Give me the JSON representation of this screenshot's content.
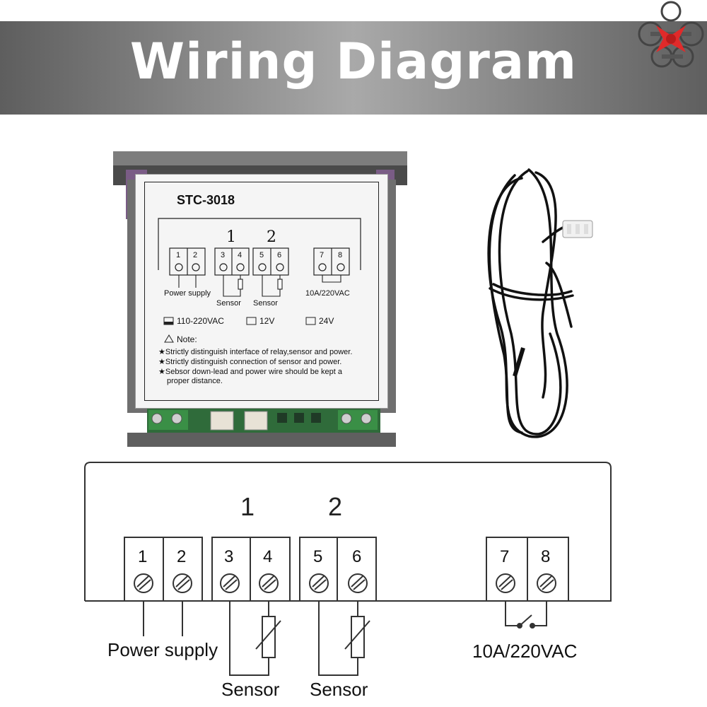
{
  "banner": {
    "title": "Wiring Diagram"
  },
  "product_label": {
    "model": "STC-3018",
    "channels": [
      "1",
      "2"
    ],
    "terminals": [
      "1",
      "2",
      "3",
      "4",
      "5",
      "6",
      "7",
      "8"
    ],
    "power_supply_label": "Power supply",
    "sensor_label_1": "Sensor",
    "sensor_label_2": "Sensor",
    "relay_label": "10A/220VAC",
    "voltage_options": [
      "110-220VAC",
      "12V",
      "24V"
    ],
    "note_title": "Note:",
    "notes": [
      "Strictly distinguish interface of relay,sensor and power.",
      "Strictly distinguish connection of sensor and power.",
      "Sebsor down-lead and power wire should be kept a",
      "proper distance."
    ]
  },
  "schematic": {
    "channels": [
      "1",
      "2"
    ],
    "terminals": [
      "1",
      "2",
      "3",
      "4",
      "5",
      "6",
      "7",
      "8"
    ],
    "power_supply_label": "Power supply",
    "sensor_label_1": "Sensor",
    "sensor_label_2": "Sensor",
    "relay_label": "10A/220VAC"
  },
  "colors": {
    "banner_dark": "#5e5e5e",
    "banner_light": "#a9a9a9",
    "device_body": "#6f6f6f",
    "pcb_green": "#2f6b3a",
    "logo_red": "#e02a2a"
  }
}
